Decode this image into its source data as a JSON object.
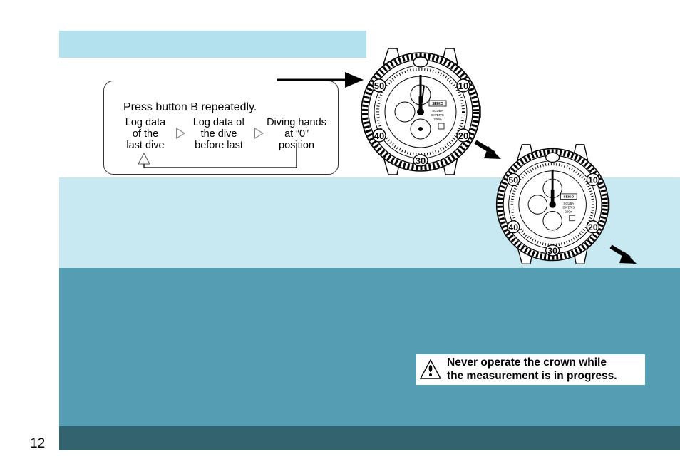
{
  "page": {
    "number": "12"
  },
  "instructions": {
    "title": "Press button B repeatedly.",
    "steps": [
      {
        "label": "Log data\nof the\nlast dive"
      },
      {
        "label": "Log data of\nthe dive\nbefore last"
      },
      {
        "label": "Diving hands\nat “0”\nposition"
      }
    ]
  },
  "watch": {
    "brand": "SEIKO",
    "dial_lines": [
      "SCUBA",
      "DIVER'S",
      "200m"
    ],
    "bezel_numbers": [
      "50",
      "10",
      "20",
      "30",
      "40"
    ]
  },
  "warning": {
    "icon": "warning-triangle-icon",
    "text": "Never operate the crown while\nthe measurement is in progress."
  },
  "colors": {
    "top_band": "#b3e1ee",
    "light_band": "#c9e9f2",
    "mid_band": "#559db2",
    "dark_band": "#33636f"
  }
}
